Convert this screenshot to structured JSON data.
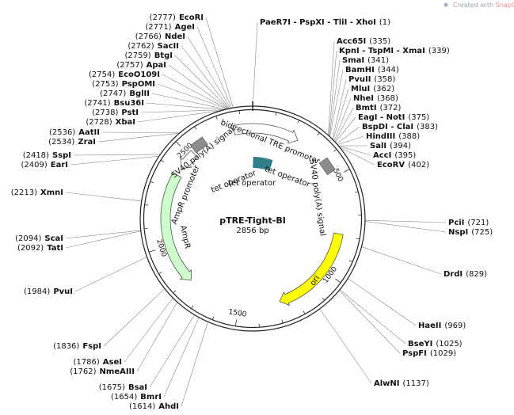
{
  "plasmid": {
    "name": "pTRE-Tight-BI",
    "size_label": "2856 bp"
  },
  "watermark": {
    "prefix": "Created with ",
    "brand": "SnapGene®"
  },
  "ticks": [
    {
      "label": "500"
    },
    {
      "label": "1000"
    },
    {
      "label": "1500"
    },
    {
      "label": "2000"
    },
    {
      "label": "2500"
    }
  ],
  "features": [
    {
      "name": "bidirectional TRE promoter",
      "kind": "arrow",
      "color": "#ffffff"
    },
    {
      "name": "tet operator",
      "kind": "label"
    },
    {
      "name": "tet operator",
      "kind": "label"
    },
    {
      "name": "tet operator",
      "kind": "label"
    },
    {
      "name": "SV40 poly(A) signal",
      "kind": "box",
      "color": "#8c8c8c"
    },
    {
      "name": "SV40 poly(A) signal",
      "kind": "box",
      "color": "#8c8c8c"
    },
    {
      "name": "ori",
      "kind": "arrow",
      "color": "#ffff00"
    },
    {
      "name": "AmpR",
      "kind": "arrow",
      "color": "#ccffcc"
    },
    {
      "name": "AmpR promoter",
      "kind": "arrow",
      "color": "#ffffff"
    }
  ],
  "operator_color": "#2f7f8a",
  "sites_right": [
    {
      "name": "PaeR7I - PspXI - TliI - XhoI",
      "pos": "(1)"
    },
    {
      "name": "Acc65I",
      "pos": "(335)"
    },
    {
      "name": "KpnI - TspMI - XmaI",
      "pos": "(339)"
    },
    {
      "name": "SmaI",
      "pos": "(341)"
    },
    {
      "name": "BamHI",
      "pos": "(344)"
    },
    {
      "name": "PvuII",
      "pos": "(358)"
    },
    {
      "name": "MluI",
      "pos": "(362)"
    },
    {
      "name": "NheI",
      "pos": "(368)"
    },
    {
      "name": "BmtI",
      "pos": "(372)"
    },
    {
      "name": "EagI - NotI",
      "pos": "(375)"
    },
    {
      "name": "BspDI - ClaI",
      "pos": "(383)"
    },
    {
      "name": "HindIII",
      "pos": "(388)"
    },
    {
      "name": "SalI",
      "pos": "(394)"
    },
    {
      "name": "AccI",
      "pos": "(395)"
    },
    {
      "name": "EcoRV",
      "pos": "(402)"
    },
    {
      "name": "PciI",
      "pos": "(721)"
    },
    {
      "name": "NspI",
      "pos": "(725)"
    },
    {
      "name": "DrdI",
      "pos": "(829)"
    },
    {
      "name": "HaeII",
      "pos": "(969)"
    },
    {
      "name": "BseYI",
      "pos": "(1025)"
    },
    {
      "name": "PspFI",
      "pos": "(1029)"
    },
    {
      "name": "AlwNI",
      "pos": "(1137)"
    }
  ],
  "sites_left": [
    {
      "name": "EcoRI",
      "pos": "(2777)"
    },
    {
      "name": "AgeI",
      "pos": "(2771)"
    },
    {
      "name": "NdeI",
      "pos": "(2766)"
    },
    {
      "name": "SacII",
      "pos": "(2762)"
    },
    {
      "name": "BtgI",
      "pos": "(2759)"
    },
    {
      "name": "ApaI",
      "pos": "(2757)"
    },
    {
      "name": "EcoO109I",
      "pos": "(2754)"
    },
    {
      "name": "PspOMI",
      "pos": "(2753)"
    },
    {
      "name": "BglII",
      "pos": "(2747)"
    },
    {
      "name": "Bsu36I",
      "pos": "(2741)"
    },
    {
      "name": "PstI",
      "pos": "(2738)"
    },
    {
      "name": "XbaI",
      "pos": "(2728)"
    },
    {
      "name": "AatII",
      "pos": "(2536)"
    },
    {
      "name": "ZraI",
      "pos": "(2534)"
    },
    {
      "name": "SspI",
      "pos": "(2418)"
    },
    {
      "name": "EarI",
      "pos": "(2409)"
    },
    {
      "name": "XmnI",
      "pos": "(2213)"
    },
    {
      "name": "ScaI",
      "pos": "(2094)"
    },
    {
      "name": "TatI",
      "pos": "(2092)"
    },
    {
      "name": "PvuI",
      "pos": "(1984)"
    },
    {
      "name": "FspI",
      "pos": "(1836)"
    },
    {
      "name": "AseI",
      "pos": "(1786)"
    },
    {
      "name": "NmeAIII",
      "pos": "(1762)"
    },
    {
      "name": "BsaI",
      "pos": "(1675)"
    },
    {
      "name": "BmrI",
      "pos": "(1654)"
    },
    {
      "name": "AhdI",
      "pos": "(1614)"
    }
  ]
}
